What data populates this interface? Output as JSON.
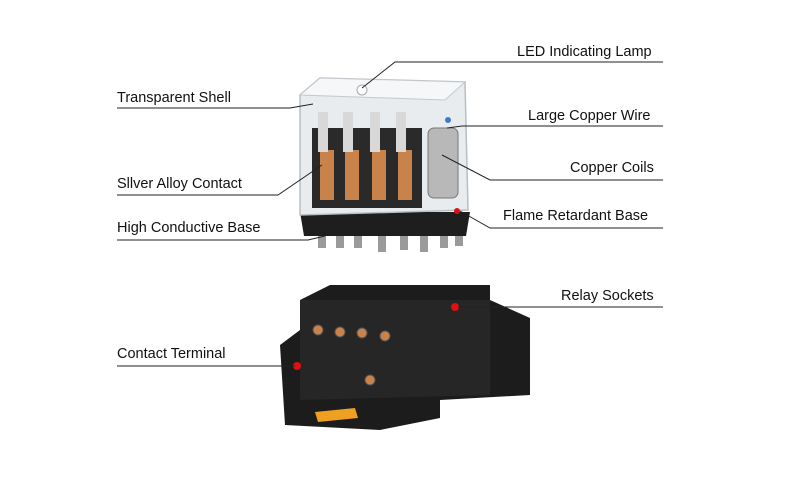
{
  "labels": {
    "led_lamp": "LED Indicating Lamp",
    "transparent_shell": "Transparent Shell",
    "large_copper_wire": "Large Copper Wire",
    "copper_coils": "Copper Coils",
    "silver_alloy_contact": "Sllver Alloy Contact",
    "flame_retardant_base": "Flame Retardant Base",
    "high_conductive_base": "High Conductive Base",
    "relay_sockets": "Relay Sockets",
    "contact_terminal": "Contact Terminal"
  },
  "colors": {
    "socket": "#1c1c1c",
    "tab": "#f0a020",
    "copper": "#c8824a",
    "marker": "#e01010"
  }
}
